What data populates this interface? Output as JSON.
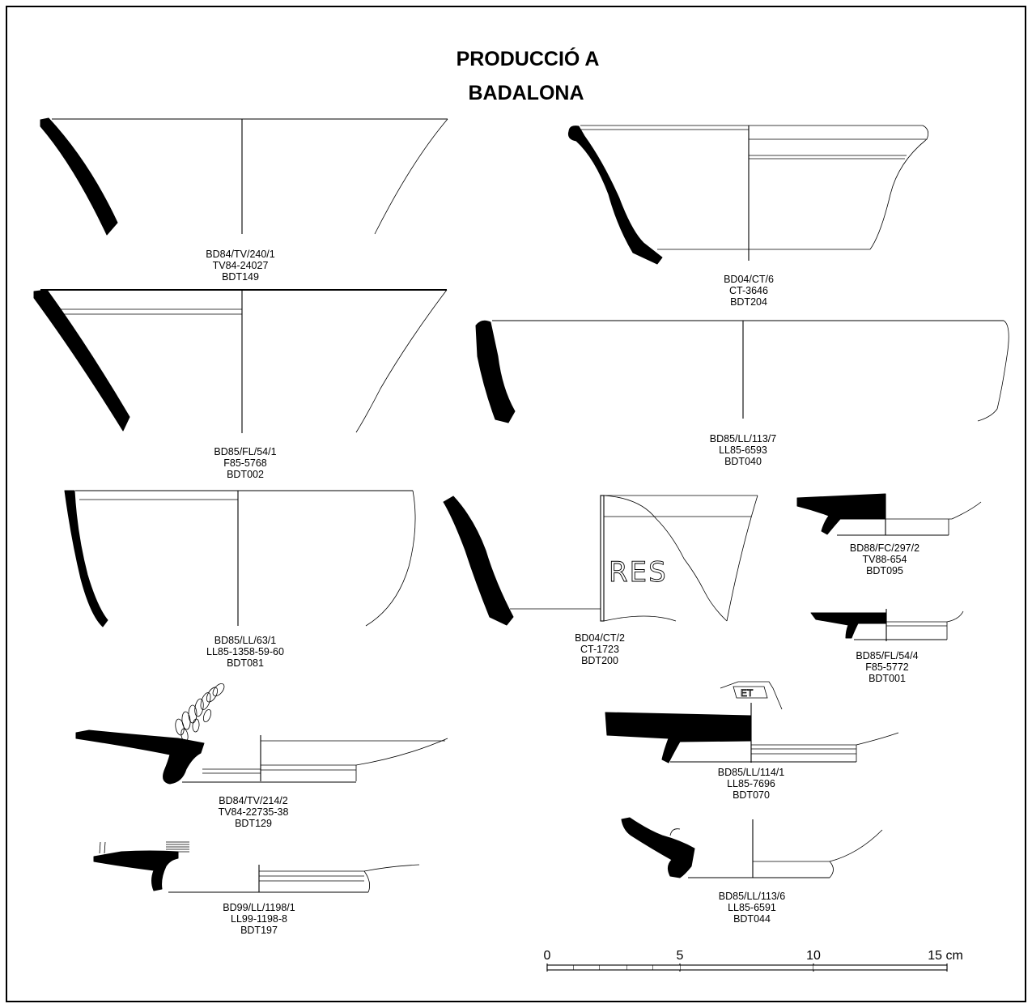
{
  "plate": {
    "title_line1": "PRODUCCIÓ A",
    "title_line2": "BADALONA"
  },
  "drawings": [
    {
      "label": [
        "BD84/TV/240/1",
        "TV84-24027",
        "BDT149"
      ]
    },
    {
      "label": [
        "BD04/CT/6",
        "CT-3646",
        "BDT204"
      ]
    },
    {
      "label": [
        "BD85/FL/54/1",
        "F85-5768",
        "BDT002"
      ]
    },
    {
      "label": [
        "BD85/LL/113/7",
        "LL85-6593",
        "BDT040"
      ]
    },
    {
      "label": [
        "BD85/LL/63/1",
        "LL85-1358-59-60",
        "BDT081"
      ]
    },
    {
      "label": [
        "BD04/CT/2",
        "CT-1723",
        "BDT200"
      ],
      "inscription": "RES"
    },
    {
      "label": [
        "BD88/FC/297/2",
        "TV88-654",
        "BDT095"
      ]
    },
    {
      "label": [
        "BD85/FL/54/4",
        "F85-5772",
        "BDT001"
      ]
    },
    {
      "label": [
        "BD84/TV/214/2",
        "TV84-22735-38",
        "BDT129"
      ]
    },
    {
      "label": [
        "BD85/LL/114/1",
        "LL85-7696",
        "BDT070"
      ],
      "stamp": "ET"
    },
    {
      "label": [
        "BD99/LL/1198/1",
        "LL99-1198-8",
        "BDT197"
      ]
    },
    {
      "label": [
        "BD85/LL/113/6",
        "LL85-6591",
        "BDT044"
      ]
    }
  ],
  "scale_bar": {
    "ticks": [
      "0",
      "5",
      "10",
      "15 cm"
    ]
  }
}
